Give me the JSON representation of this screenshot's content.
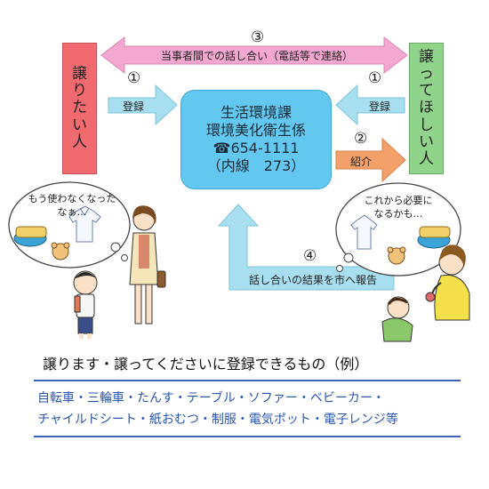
{
  "giver": {
    "label_chars": [
      "譲",
      "り",
      "た",
      "い",
      "人"
    ],
    "thought": [
      "もう使わなくなった",
      "なぁ…"
    ]
  },
  "receiver": {
    "label_chars": [
      "譲",
      "っ",
      "て",
      "ほ",
      "し",
      "い",
      "人"
    ],
    "thought": [
      "これから必要に",
      "なるかも…"
    ]
  },
  "office": {
    "dept": "生活環境課",
    "section": "環境美化衛生係",
    "phone": "☎654-1111",
    "ext_label": "（内線",
    "ext_number": "273）"
  },
  "steps": {
    "mark_1": "①",
    "mark_2": "②",
    "mark_3": "③",
    "mark_4": "④",
    "register": "登録",
    "introduce": "紹介",
    "talk": "当事者間での話し合い（電話等で連絡）",
    "report": "話し合いの結果を市へ報告"
  },
  "items": {
    "heading": "譲ります・譲ってくださいに登録できるもの（例）",
    "line1": "自転車・三輪車・たんす・テーブル・ソファー・ベビーカー・",
    "line2": "チャイルドシート・紙おむつ・制服・電気ポット・電子レンジ等"
  },
  "colors": {
    "giver": "#f06a70",
    "receiver": "#8fd48a",
    "office": "#62c8ef",
    "talk_arrow": "#f4a7d0",
    "register_arrow": "#a8dff0",
    "introduce_arrow": "#f4a06a",
    "report_arrow": "#a8dff0",
    "item_text": "#2a56b0"
  }
}
